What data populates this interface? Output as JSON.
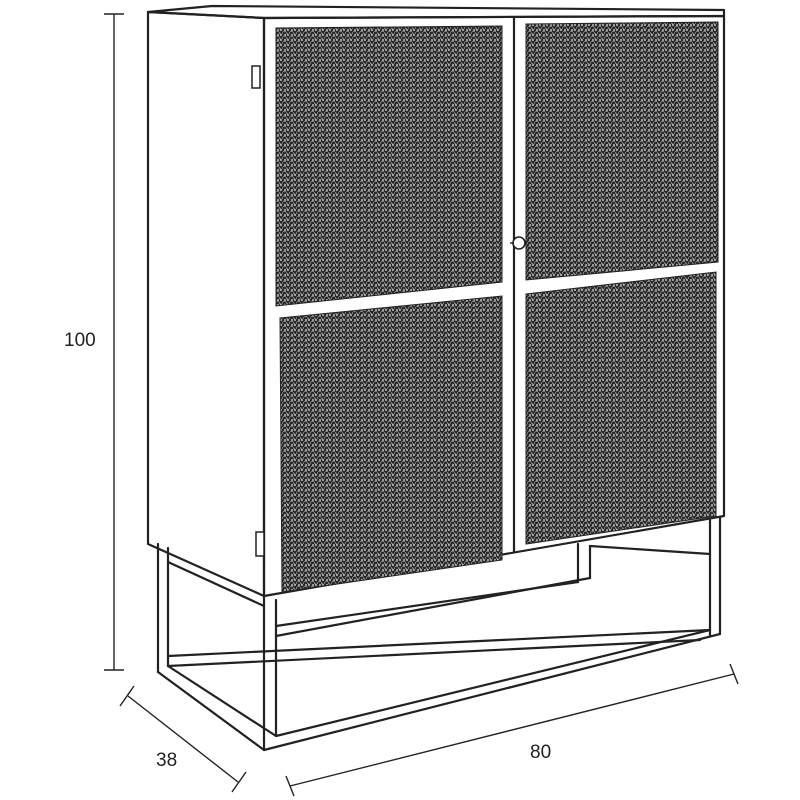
{
  "dimensions": {
    "height": "100",
    "depth": "38",
    "width": "80"
  },
  "colors": {
    "ink": "#222222",
    "panel_dark": "#2a2a2a",
    "panel_light": "#8a8a8a",
    "background": "#ffffff"
  }
}
